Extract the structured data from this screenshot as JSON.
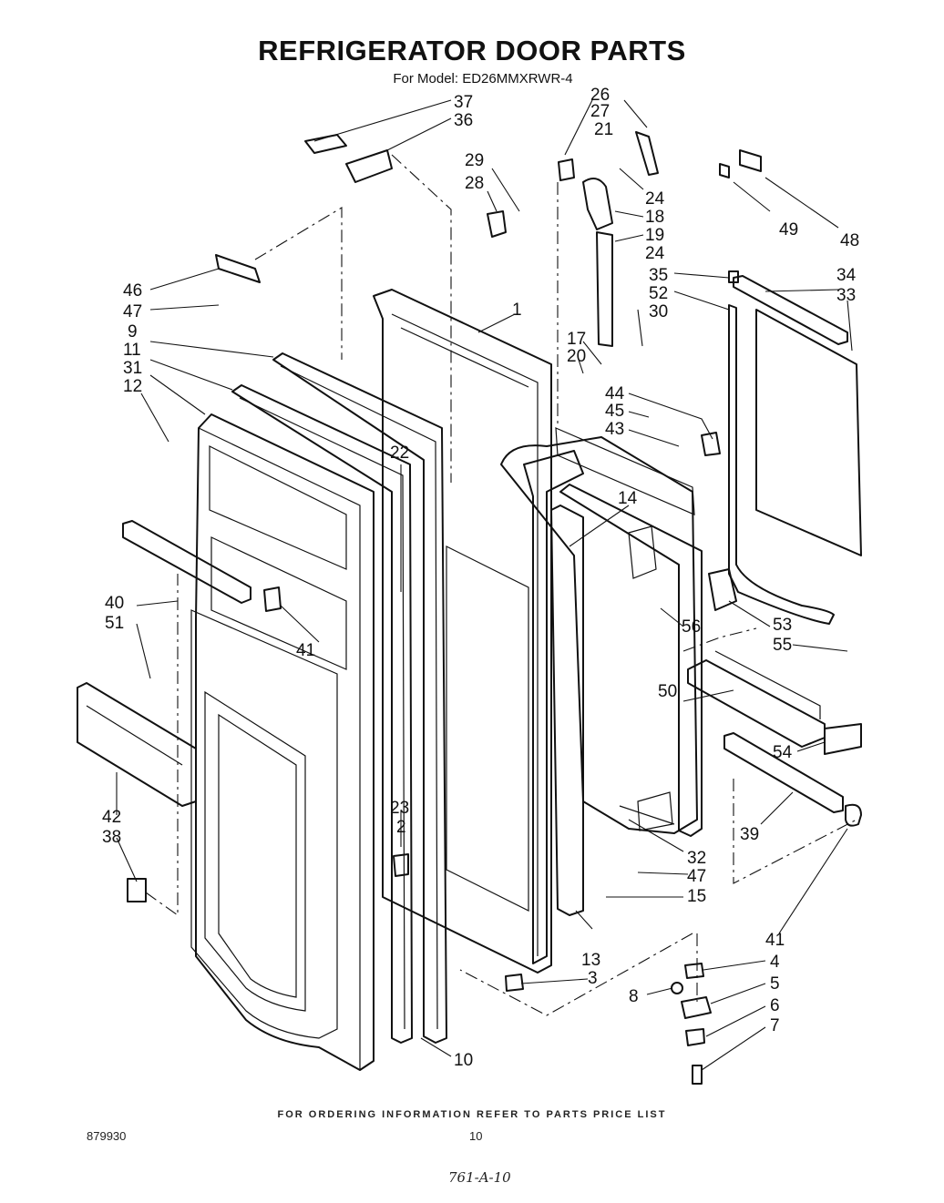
{
  "header": {
    "title": "REFRIGERATOR DOOR PARTS",
    "model_line": "For Model: ED26MMXRWR-4"
  },
  "footer": {
    "ordering_note": "FOR ORDERING INFORMATION REFER TO PARTS PRICE LIST",
    "doc_number": "879930",
    "page_number": "10",
    "handwritten_ref": "761-A-10"
  },
  "callouts": [
    "37",
    "36",
    "26",
    "27",
    "21",
    "29",
    "28",
    "24",
    "18",
    "19",
    "24",
    "49",
    "48",
    "46",
    "47",
    "1",
    "35",
    "34",
    "52",
    "33",
    "30",
    "9",
    "11",
    "31",
    "12",
    "17",
    "20",
    "44",
    "45",
    "43",
    "22",
    "14",
    "40",
    "51",
    "41",
    "56",
    "53",
    "55",
    "50",
    "54",
    "42",
    "38",
    "23",
    "2",
    "39",
    "32",
    "47",
    "15",
    "41",
    "13",
    "3",
    "4",
    "8",
    "5",
    "6",
    "7",
    "10"
  ]
}
